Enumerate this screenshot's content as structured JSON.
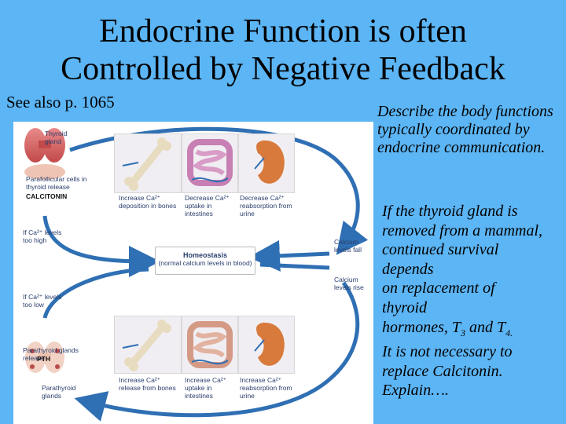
{
  "slide": {
    "title_line1": "Endocrine Function is often",
    "title_line2": "Controlled by Negative Feedback",
    "see_also": "See also p. 1065",
    "describe": "Describe the body functions typically coordinated by endocrine communication.",
    "thyroid_paragraph": {
      "l1": "If the thyroid gland is",
      "l2": "removed from a mammal,",
      "l3": "continued survival",
      "l4": "depends",
      "l5": "on replacement of",
      "l6": "thyroid",
      "l7a": "hormones, T",
      "l7sub1": "3",
      "l7b": " and T",
      "l7sub2": "4.",
      "l8": "It is not necessary to",
      "l9": "replace Calcitonin.",
      "l10": "Explain…."
    }
  },
  "figure": {
    "thyroid_gland": "Thyroid gland",
    "parafollicular": "Parafollicular cells in thyroid release",
    "calcitonin": "CALCITONIN",
    "ca_too_high": "If Ca²⁺ levels too high",
    "ca_too_low": "If Ca²⁺ levels too low",
    "parathyroid_release": "Parathyroid glands release",
    "pth": "PTH",
    "parathyroid_glands": "Parathyroid glands",
    "homeostasis": "Homeostasis",
    "homeostasis_sub": "(normal calcium levels in blood)",
    "calcium_falls": "Calcium levels fall",
    "calcium_rises": "Calcium levels rise",
    "top_effects": [
      "Increase Ca²⁺ deposition in bones",
      "Decrease Ca²⁺ uptake in intestines",
      "Decrease Ca²⁺ reabsorption from urine"
    ],
    "bottom_effects": [
      "Increase Ca²⁺ release from bones",
      "Increase Ca²⁺ uptake in intestines",
      "Increase Ca²⁺ reabsorption from urine"
    ]
  }
}
